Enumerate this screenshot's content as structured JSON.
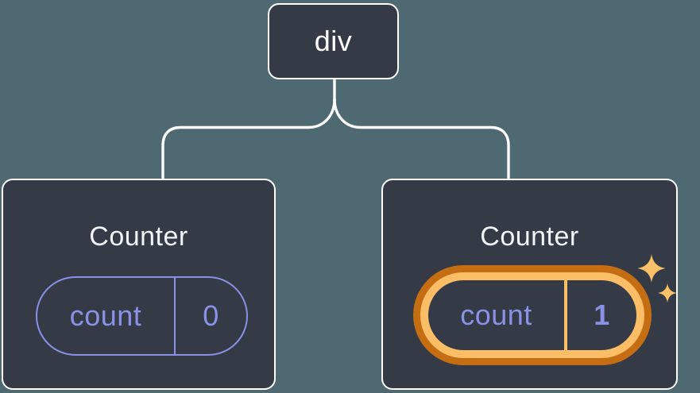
{
  "colors": {
    "background": "#4e6971",
    "node_fill": "#343a46",
    "node_border": "#ffffff",
    "connector": "#ffffff",
    "state_purple": "#8a91e6",
    "highlight_orange_light": "#fbbd66",
    "highlight_orange_dark": "#c46d12",
    "title_text": "#f2f3f5"
  },
  "tree": {
    "root": {
      "label": "div"
    },
    "children": [
      {
        "title": "Counter",
        "state": {
          "key": "count",
          "value": "0"
        },
        "highlighted": false
      },
      {
        "title": "Counter",
        "state": {
          "key": "count",
          "value": "1"
        },
        "highlighted": true
      }
    ]
  },
  "icons": {
    "sparkles": "sparkles-icon"
  }
}
